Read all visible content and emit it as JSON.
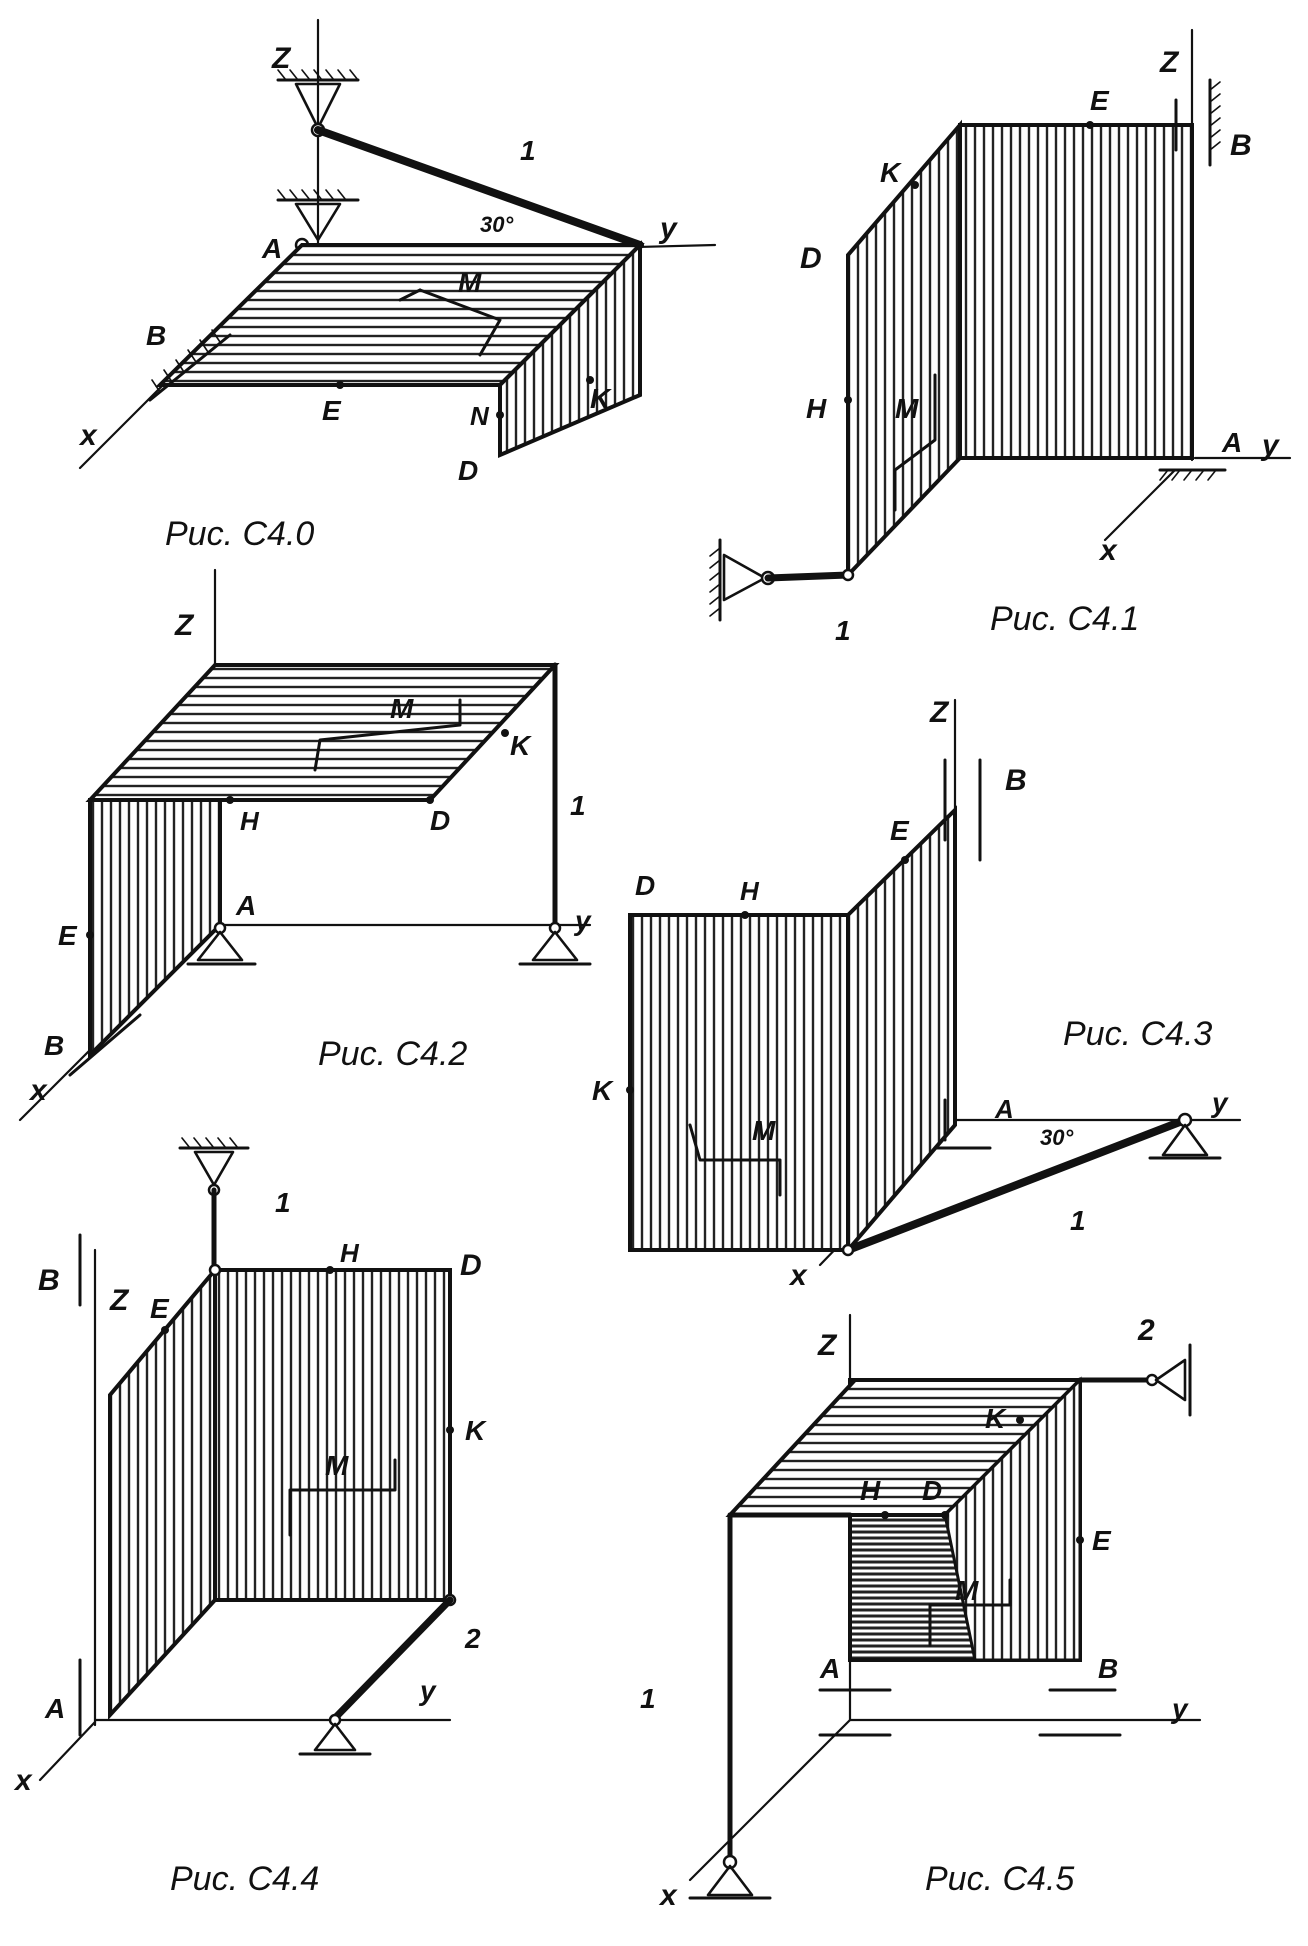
{
  "figures": [
    {
      "id": "c4-0",
      "caption": "Рис. С4.0",
      "labels": {
        "z": "Z",
        "y": "y",
        "x": "x",
        "a": "A",
        "b": "B",
        "m": "M",
        "e": "E",
        "n": "N",
        "k": "K",
        "d": "D",
        "rod1": "1",
        "angle": "30°"
      }
    },
    {
      "id": "c4-1",
      "caption": "Рис. С4.1",
      "labels": {
        "z": "Z",
        "y": "y",
        "x": "x",
        "a": "A",
        "b": "B",
        "m": "M",
        "e": "E",
        "k": "K",
        "d": "D",
        "h": "H",
        "rod1": "1"
      }
    },
    {
      "id": "c4-2",
      "caption": "Рис. С4.2",
      "labels": {
        "z": "Z",
        "y": "y",
        "x": "x",
        "a": "A",
        "b": "B",
        "m": "M",
        "e": "E",
        "k": "K",
        "d": "D",
        "h": "H",
        "rod1": "1"
      }
    },
    {
      "id": "c4-3",
      "caption": "Рис. С4.3",
      "labels": {
        "z": "Z",
        "y": "y",
        "x": "x",
        "a": "A",
        "b": "B",
        "m": "M",
        "e": "E",
        "k": "K",
        "d": "D",
        "h": "H",
        "rod1": "1",
        "angle": "30°"
      }
    },
    {
      "id": "c4-4",
      "caption": "Рис. С4.4",
      "labels": {
        "z": "Z",
        "y": "y",
        "x": "x",
        "a": "A",
        "b": "B",
        "m": "M",
        "e": "E",
        "k": "K",
        "d": "D",
        "h": "H",
        "rod1": "1",
        "rod2": "2"
      }
    },
    {
      "id": "c4-5",
      "caption": "Рис. С4.5",
      "labels": {
        "z": "Z",
        "y": "y",
        "x": "x",
        "a": "A",
        "b": "B",
        "m": "M",
        "e": "E",
        "k": "K",
        "d": "D",
        "h": "H",
        "rod1": "1",
        "rod2": "2"
      }
    }
  ]
}
